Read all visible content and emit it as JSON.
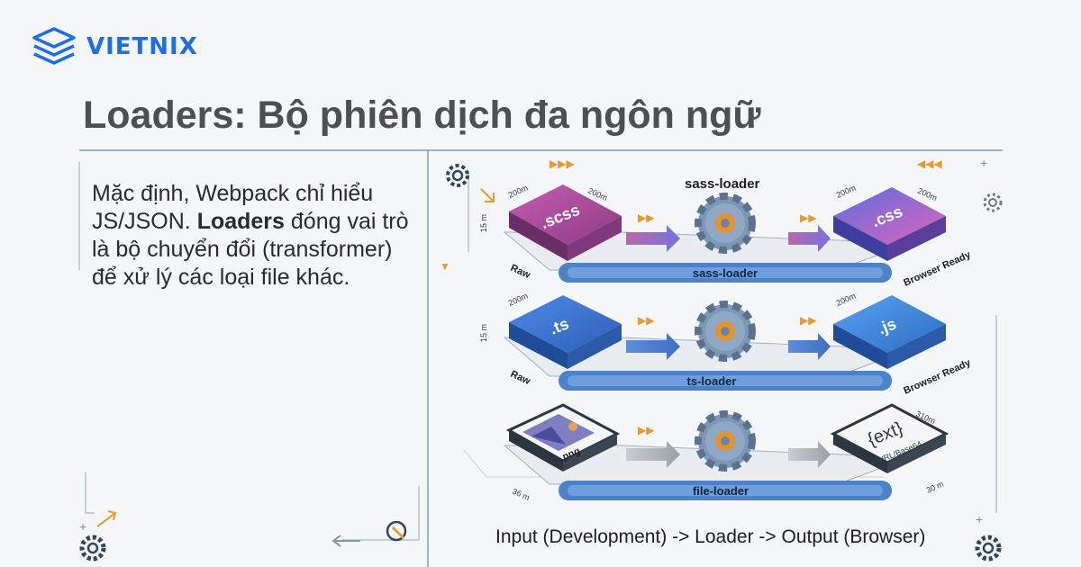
{
  "brand": {
    "name": "VIETNIX",
    "icon": "layered-stack-icon",
    "color": "#1f6fe0"
  },
  "title": "Loaders: Bộ phiên dịch đa ngôn ngữ",
  "description": {
    "part1": "Mặc định, Webpack chỉ hiểu JS/JSON. ",
    "bold": "Loaders",
    "part2": " đóng vai trò là bộ chuyển đổi (transformer) để xử lý các loại file khác."
  },
  "pipelines": [
    {
      "loader": "sass-loader",
      "input": ".scss",
      "output": ".css",
      "raw_label": "Raw",
      "ready_label": "Browser Ready",
      "stage_label": "sass-loader"
    },
    {
      "loader": "ts-loader",
      "input": ".ts",
      "output": ".js",
      "raw_label": "Raw",
      "ready_label": "Browser Ready"
    },
    {
      "loader": "file-loader",
      "input": ".png",
      "output": "{ext}",
      "output_sub": "URL/Base64"
    }
  ],
  "dimensions": {
    "d200": "200m",
    "d15": "15 m",
    "d310": "310m",
    "d30": "30 m",
    "d36": "36 m"
  },
  "caption": "Input (Development) -> Loader -> Output (Browser)",
  "colors": {
    "scss": "#b0499a",
    "css": "#8b68d8",
    "ts": "#3f78d4",
    "js": "#3f86d8",
    "conveyor": "#4b82c8",
    "gear": "#6f8aa8",
    "accent": "#e89a2c"
  }
}
